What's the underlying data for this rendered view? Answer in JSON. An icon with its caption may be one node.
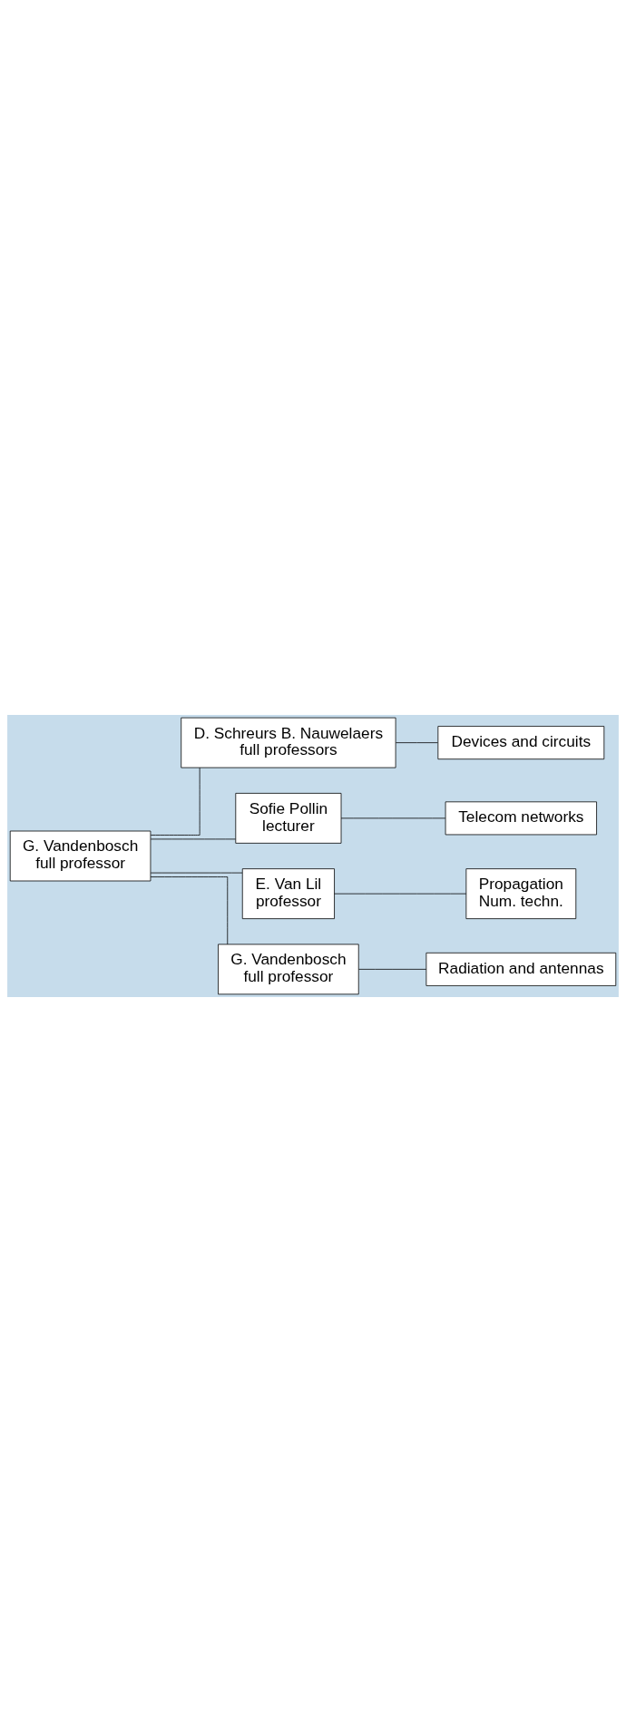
{
  "diagram": {
    "nodes": [
      {
        "text": [
          "G. Vandenbosch",
          "full professor"
        ]
      },
      {
        "text": [
          "G. Vandenbosch",
          "full professor"
        ]
      },
      {
        "text": [
          "E. Van Lil",
          "professor"
        ]
      },
      {
        "text": [
          "Sofie Pollin",
          "lecturer"
        ]
      },
      {
        "text": [
          "D. Schreurs B. Nauwelaers",
          "full professors"
        ]
      },
      {
        "text": [
          "Radiation and antennas"
        ]
      },
      {
        "text": [
          "Propagation",
          "Num. techn."
        ]
      },
      {
        "text": [
          "Telecom networks"
        ]
      },
      {
        "text": [
          "Devices and circuits"
        ]
      }
    ],
    "edges": [
      {
        "from": 0,
        "to": 1,
        "arrow": "none"
      },
      {
        "from": 0,
        "to": 2,
        "arrow": "none"
      },
      {
        "from": 0,
        "to": 3,
        "arrow": "none"
      },
      {
        "from": 0,
        "to": 4,
        "arrow": "none"
      },
      {
        "from": 1,
        "to": 5,
        "arrow": "none"
      },
      {
        "from": 2,
        "to": 6,
        "arrow": "none"
      },
      {
        "from": 3,
        "to": 7,
        "arrow": "none"
      },
      {
        "from": 4,
        "to": 8,
        "arrow": "none"
      }
    ]
  }
}
